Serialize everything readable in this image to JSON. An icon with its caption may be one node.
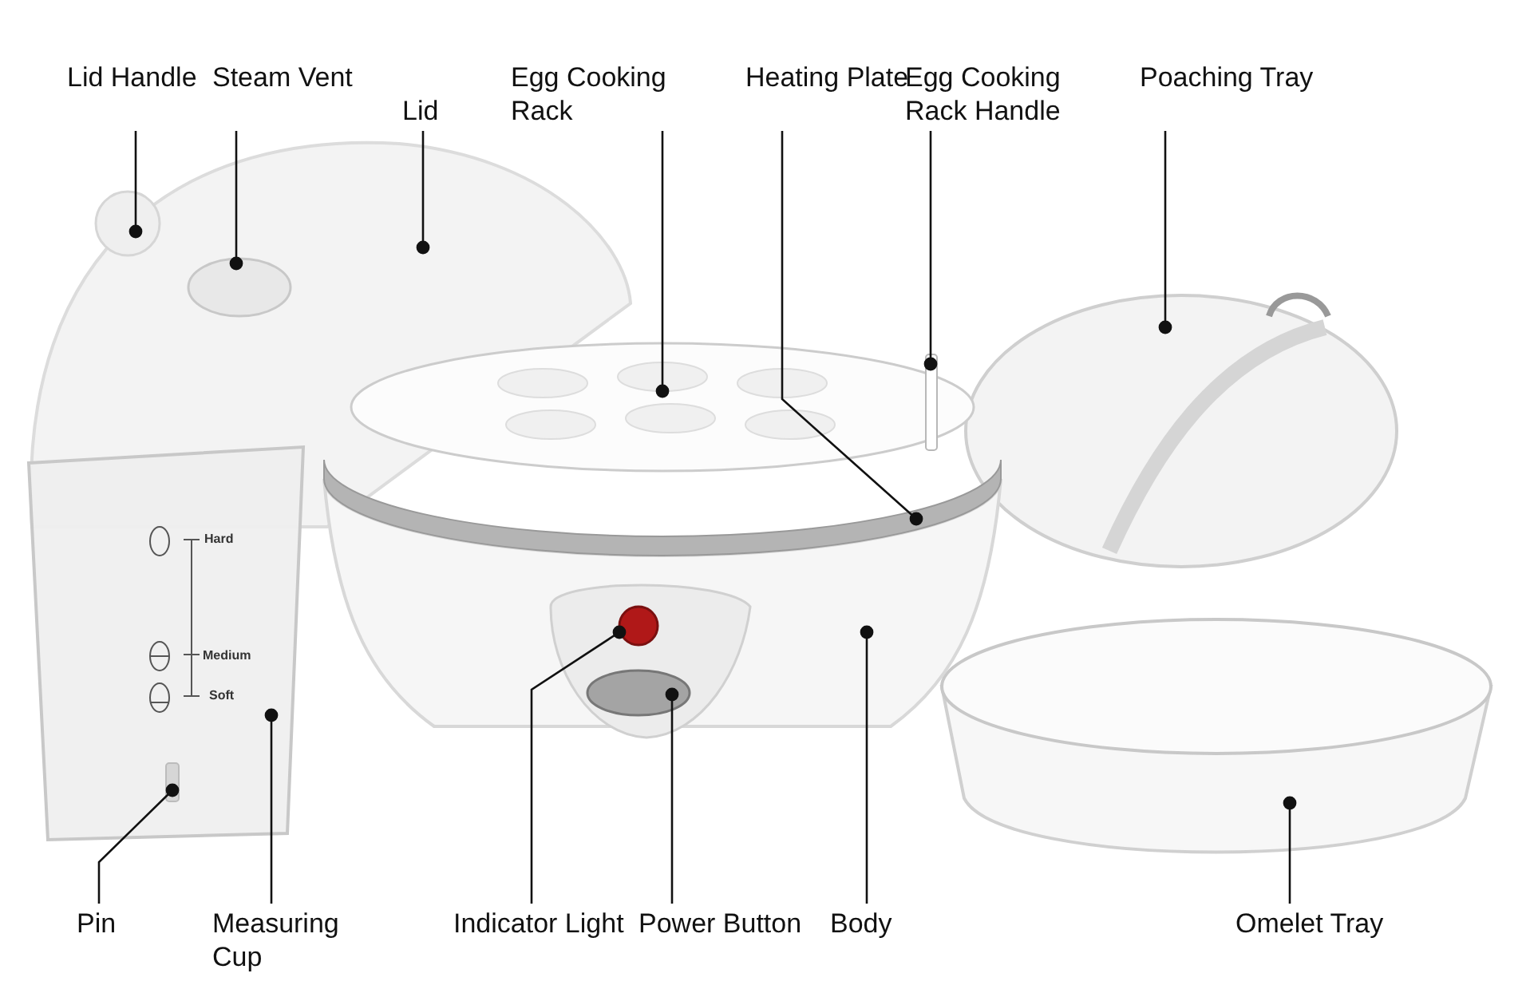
{
  "diagram": {
    "nodes": [
      {
        "text": [
          "Lid Handle"
        ]
      },
      {
        "text": [
          "Steam Vent"
        ]
      },
      {
        "text": [
          "Lid"
        ]
      },
      {
        "text": [
          "Egg Cooking Rack"
        ]
      },
      {
        "text": [
          "Heating Plate"
        ]
      },
      {
        "text": [
          "Egg Cooking Rack Handle"
        ]
      },
      {
        "text": [
          "Poaching Tray"
        ]
      },
      {
        "text": [
          "Pin"
        ]
      },
      {
        "text": [
          "Measuring Cup"
        ]
      },
      {
        "text": [
          "Indicator Light"
        ]
      },
      {
        "text": [
          "Power Button"
        ]
      },
      {
        "text": [
          "Body"
        ]
      },
      {
        "text": [
          "Omelet Tray"
        ]
      },
      {
        "text": [],
        "shape": "circle",
        "in": 15
      },
      {
        "text": [],
        "shape": "circle",
        "in": 15
      },
      {
        "text": [],
        "shape": "picture"
      },
      {
        "text": [],
        "shape": "picture"
      },
      {
        "text": [],
        "shape": "picture"
      },
      {
        "text": [],
        "shape": "box",
        "in": 16
      },
      {
        "text": [],
        "shape": "picture"
      },
      {
        "text": [],
        "shape": "box",
        "in": 21
      },
      {
        "text": [],
        "shape": "picture"
      },
      {
        "text": [],
        "shape": "circle",
        "in": 24
      },
      {
        "text": [],
        "shape": "circle",
        "in": 24
      },
      {
        "text": [],
        "shape": "picture"
      },
      {
        "text": [],
        "shape": "picture"
      }
    ],
    "edges": [
      {
        "from": 0,
        "to": 13,
        "arrow": "other"
      },
      {
        "from": 1,
        "to": 14,
        "arrow": "other"
      },
      {
        "from": 2,
        "to": 15,
        "arrow": "other"
      },
      {
        "from": 3,
        "to": 16,
        "arrow": "other"
      },
      {
        "from": 4,
        "to": 17,
        "arrow": "other"
      },
      {
        "from": 5,
        "to": 18,
        "arrow": "other"
      },
      {
        "from": 6,
        "to": 19,
        "arrow": "other"
      },
      {
        "from": 7,
        "to": 20,
        "arrow": "other"
      },
      {
        "from": 8,
        "to": 21,
        "arrow": "other"
      },
      {
        "from": 9,
        "to": 22,
        "arrow": "other"
      },
      {
        "from": 10,
        "to": 23,
        "arrow": "other"
      },
      {
        "from": 11,
        "to": 24,
        "arrow": "other"
      },
      {
        "from": 12,
        "to": 25,
        "arrow": "other"
      }
    ],
    "labels": [
      "Hard",
      "Medium",
      "Soft"
    ]
  }
}
